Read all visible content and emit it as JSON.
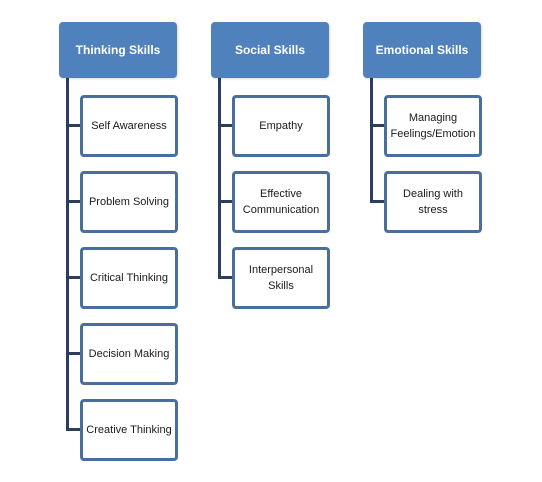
{
  "colors": {
    "header_fill": "#4f81bd",
    "header_text": "#ffffff",
    "child_border": "#4a6f9c",
    "connector": "#2b3f5c"
  },
  "columns": [
    {
      "title": "Thinking Skills",
      "items": [
        "Self Awareness",
        "Problem Solving",
        "Critical Thinking",
        "Decision Making",
        "Creative Thinking"
      ]
    },
    {
      "title": "Social Skills",
      "items": [
        "Empathy",
        "Effective Communication",
        "Interpersonal Skills"
      ]
    },
    {
      "title": "Emotional Skills",
      "items": [
        "Managing Feelings/Emotion",
        "Dealing with stress"
      ]
    }
  ]
}
